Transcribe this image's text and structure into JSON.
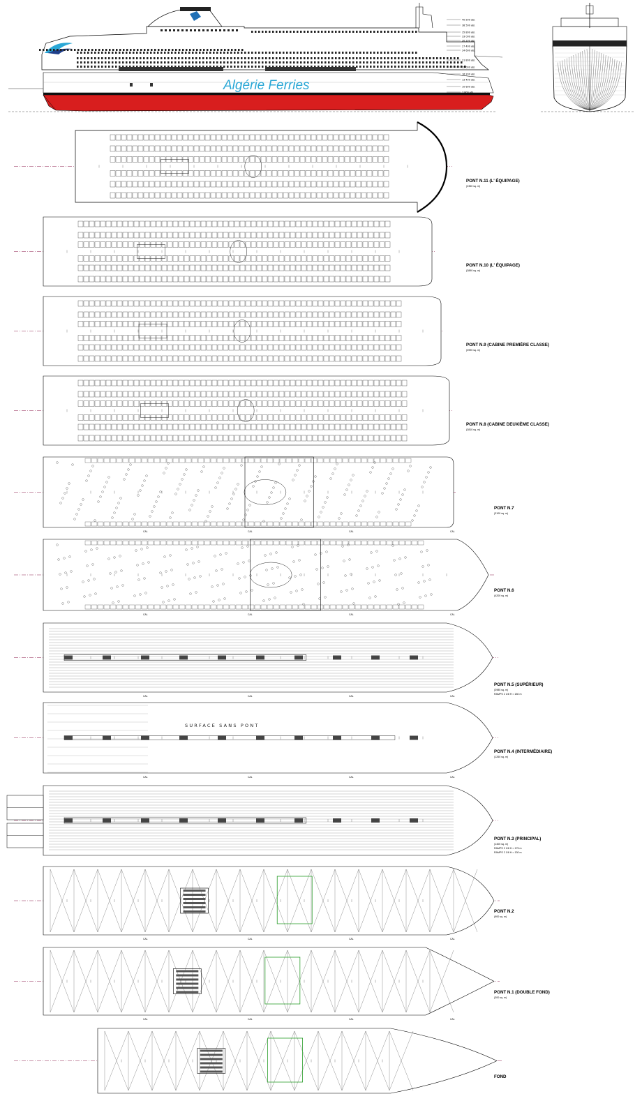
{
  "brand": {
    "logo_text": "Algérie Ferries",
    "logo_color": "#2aa7d6",
    "hull_red": "#d81e1e"
  },
  "elevation": {
    "level_marks": [
      "40 500 abl.",
      "38 500 abl.",
      "35 800 abl.",
      "33 000 abl.",
      "30 200 abl.",
      "27 400 abl.",
      "24 600 abl.",
      "21 800 abl.",
      "19 000 abl.",
      "16 200 abl.",
      "13 400 abl.",
      "10 600 abl.",
      "7 800 abl."
    ]
  },
  "decks": [
    {
      "id": "pont11",
      "title": "PONT N.11 (L' ÉQUIPAGE)",
      "sub": "(2350 sq. m)"
    },
    {
      "id": "pont10",
      "title": "PONT N.10 (L' ÉQUIPAGE)",
      "sub": "(3890 sq. m)"
    },
    {
      "id": "pont9",
      "title": "PONT N.9 (CABINE PREMIÈRE CLASSE)",
      "sub": "(3990 sq. m)"
    },
    {
      "id": "pont8",
      "title": "PONT N.8 (CABINE DEUXIÈME CLASSE)",
      "sub": "(3810 sq. m)"
    },
    {
      "id": "pont7",
      "title": "PONT N.7",
      "sub": "(3100 sq. m)"
    },
    {
      "id": "pont6",
      "title": "PONT N.6",
      "sub": "(4200 sq. m)"
    },
    {
      "id": "pont5",
      "title": "PONT N.5  (SUPÉRIEUR)",
      "sub": "(3985 sq. m)",
      "sub2": "RAMPS 2 1/8 H = 180 m"
    },
    {
      "id": "pont4",
      "title": "PONT N.4 (INTERMÉDIAIRE)",
      "sub": "(1260 sq. m)"
    },
    {
      "id": "pont3",
      "title": "PONT N.3 (PRINCIPAL)",
      "sub": "(1400 sq. m)",
      "sub2": "RAMPS 2 1/8 H = 175 m",
      "sub3": "RAMPS 2 1/8 H = 130 m"
    },
    {
      "id": "pont2",
      "title": "PONT N.2",
      "sub": "(900 sq. m)"
    },
    {
      "id": "pont1",
      "title": "PONT N.1 (DOUBLE FOND)",
      "sub": "(300 sq. m)"
    },
    {
      "id": "fond",
      "title": "FOND",
      "sub": ""
    }
  ],
  "annotations": {
    "pont4_label": "SURFACE SANS PONT",
    "cal": "CAL"
  }
}
